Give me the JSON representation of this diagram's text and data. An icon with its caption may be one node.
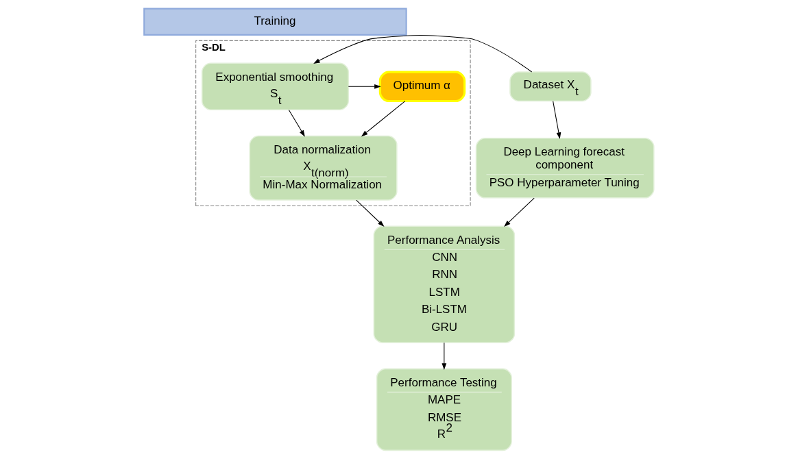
{
  "diagram": {
    "nodes": [
      {
        "text": [
          "Training"
        ]
      },
      {
        "text": [
          "Dataset X$_{t}$"
        ]
      },
      {
        "text": [
          "Deep Learning forecast component",
          "PSO Hyperparameter Tuning"
        ]
      },
      {
        "text": [
          "S-DL"
        ]
      },
      {
        "text": [
          "Exponential smoothing",
          "S$_{t}$"
        ],
        "in": 3
      },
      {
        "text": [
          "Optimum α"
        ],
        "in": 3
      },
      {
        "text": [
          "Data normalization",
          "X$_{t(norm)}$",
          "Min-Max Normalization"
        ],
        "in": 3
      },
      {
        "text": [
          "Performance Analysis",
          "CNN",
          "RNN",
          "LSTM",
          "Bi-LSTM",
          "GRU"
        ]
      },
      {
        "text": [
          "Performance Testing",
          "MAPE",
          "RMSE",
          "R$^{2}$"
        ]
      }
    ],
    "edges": [
      {
        "from": 1,
        "to": 4,
        "arrow": "to"
      },
      {
        "from": 1,
        "to": 2,
        "arrow": "to"
      },
      {
        "from": 4,
        "to": 5,
        "arrow": "to"
      },
      {
        "from": 4,
        "to": 6,
        "arrow": "to"
      },
      {
        "from": 5,
        "to": 6,
        "arrow": "to"
      },
      {
        "from": 6,
        "to": 7,
        "arrow": "to"
      },
      {
        "from": 2,
        "to": 7,
        "arrow": "to"
      },
      {
        "from": 7,
        "to": 8,
        "arrow": "to"
      }
    ]
  }
}
